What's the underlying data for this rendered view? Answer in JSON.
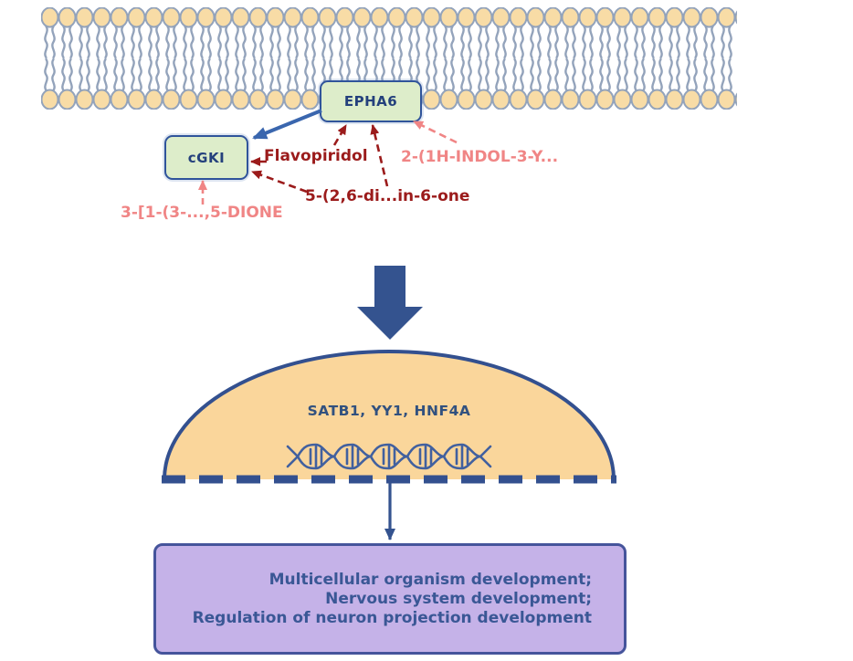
{
  "nodes": {
    "receptor": {
      "label": "EPHA6"
    },
    "kinase": {
      "label": "cGKI"
    }
  },
  "compounds": [
    {
      "label": "Flavopiridol",
      "color": "#9b1b1b"
    },
    {
      "label": "5-(2,6-di...in-6-one",
      "color": "#9b1b1b"
    },
    {
      "label": "2-(1H-INDOL-3-Y...",
      "color": "#f08585"
    },
    {
      "label": "3-[1-(3-...,5-DIONE",
      "color": "#f08585"
    }
  ],
  "nucleus": {
    "transcription_factors": "SATB1, YY1, HNF4A"
  },
  "outcomes": {
    "lines": [
      "Multicellular organism development;",
      "Nervous system development;",
      "Regulation of neuron projection development"
    ]
  },
  "colors": {
    "membrane_head_fill": "#f8dca6",
    "membrane_outline": "#93a3bb",
    "node_fill": "#ddedca",
    "node_border": "#30549b",
    "node_text": "#24407c",
    "strong_inhibitor_red": "#9b1b1b",
    "weak_inhibitor_pink": "#f08585",
    "activation_blue": "#3a66ae",
    "navy": "#34538f",
    "nucleus_fill": "#fad69b",
    "outcome_fill": "#c5b2e8",
    "outcome_border": "#45549b",
    "outcome_text": "#3a5795"
  }
}
